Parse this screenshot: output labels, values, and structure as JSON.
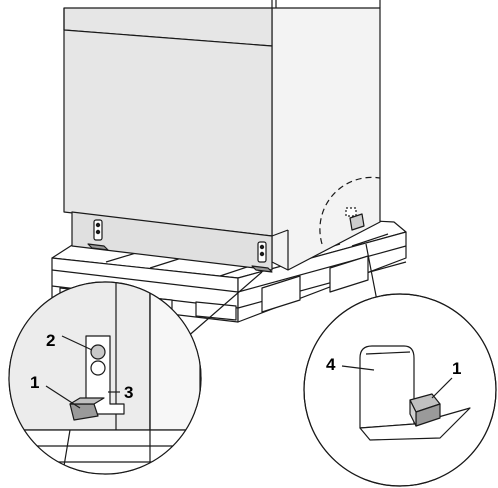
{
  "colors": {
    "line": "#1a1a1a",
    "appliance_front": "#e6e6e6",
    "appliance_side": "#f3f3f3",
    "pallet": "#ffffff",
    "background": "#ffffff"
  },
  "callouts": {
    "left": {
      "label_2": "2",
      "label_1": "1",
      "label_3": "3"
    },
    "right": {
      "label_4": "4",
      "label_1": "1"
    }
  }
}
